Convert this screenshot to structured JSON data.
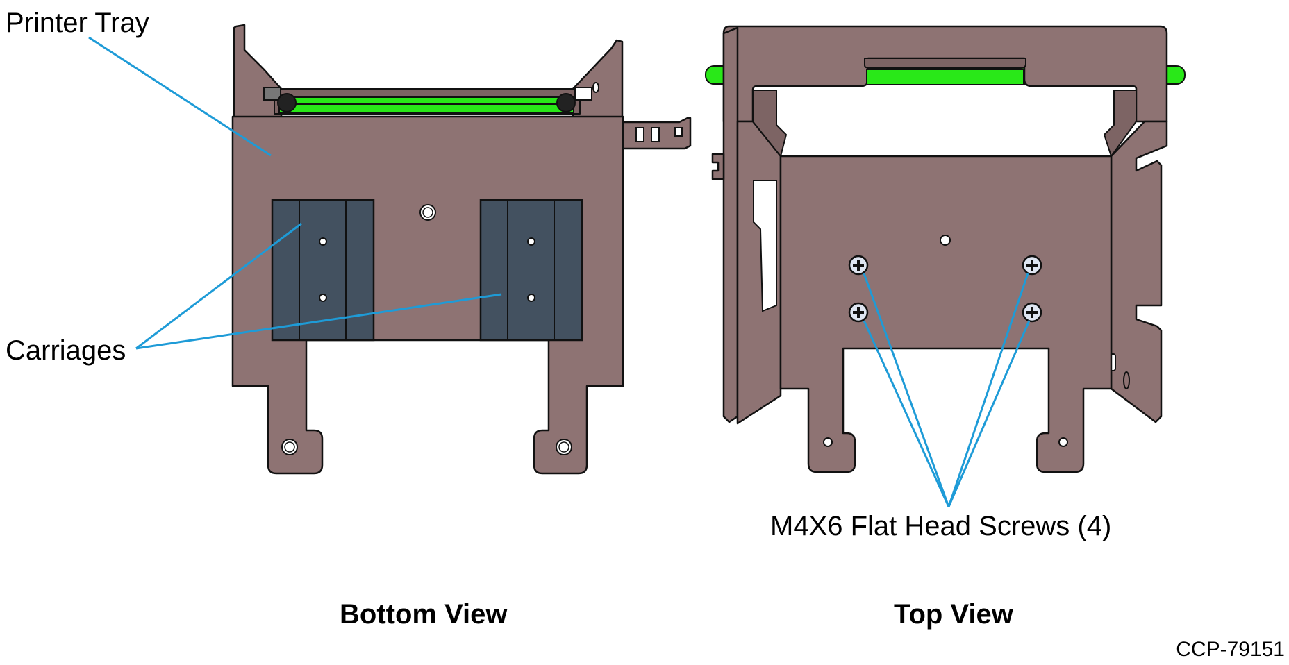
{
  "callouts": {
    "printer_tray": "Printer Tray",
    "carriages": "Carriages",
    "screws": "M4X6 Flat Head Screws (4)"
  },
  "captions": {
    "bottom_view": "Bottom View",
    "top_view": "Top View"
  },
  "figure_id": "CCP-79151",
  "colors": {
    "tray_body": "#8e7373",
    "carriage": "#435160",
    "rod": "#29e818",
    "leader_line": "#1e9bd7",
    "screw_head": "#dfe6f2"
  }
}
